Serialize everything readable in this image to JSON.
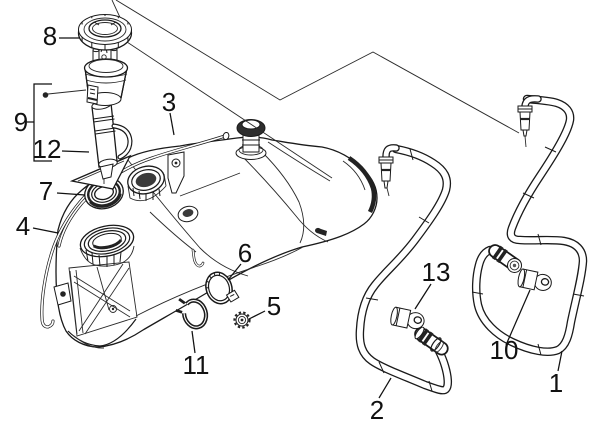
{
  "diagram": {
    "kind": "exploded-parts-diagram",
    "background_color": "#ffffff",
    "line_color": "#1a1a1a",
    "labels": [
      {
        "part": "1",
        "text": "1"
      },
      {
        "part": "2",
        "text": "2"
      },
      {
        "part": "3",
        "text": "3"
      },
      {
        "part": "4",
        "text": "4"
      },
      {
        "part": "5",
        "text": "5"
      },
      {
        "part": "6",
        "text": "6"
      },
      {
        "part": "7",
        "text": "7"
      },
      {
        "part": "8",
        "text": "8"
      },
      {
        "part": "9",
        "text": "9"
      },
      {
        "part": "10",
        "text": "10"
      },
      {
        "part": "11",
        "text": "11"
      },
      {
        "part": "12",
        "text": "12"
      },
      {
        "part": "13",
        "text": "13"
      }
    ]
  }
}
